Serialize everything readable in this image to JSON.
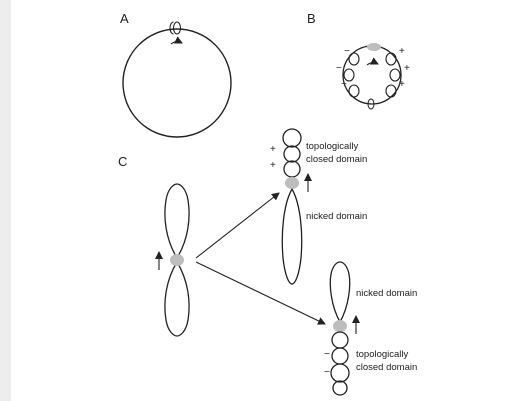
{
  "panels": {
    "a": "A",
    "b": "B",
    "c": "C"
  },
  "panel_b": {
    "signs": [
      "−",
      "+",
      "−",
      "+",
      "−",
      "+"
    ]
  },
  "panel_c": {
    "top_product": {
      "closed_line1": "topologically",
      "closed_line2": "closed domain",
      "nicked": "nicked domain",
      "signs": [
        "+",
        "+"
      ]
    },
    "bottom_product": {
      "nicked": "nicked domain",
      "closed_line1": "topologically",
      "closed_line2": "closed domain",
      "signs": [
        "−",
        "−"
      ]
    }
  },
  "colors": {
    "line": "#222222",
    "protein": "#bdbdbd",
    "margin": "#ededed"
  }
}
